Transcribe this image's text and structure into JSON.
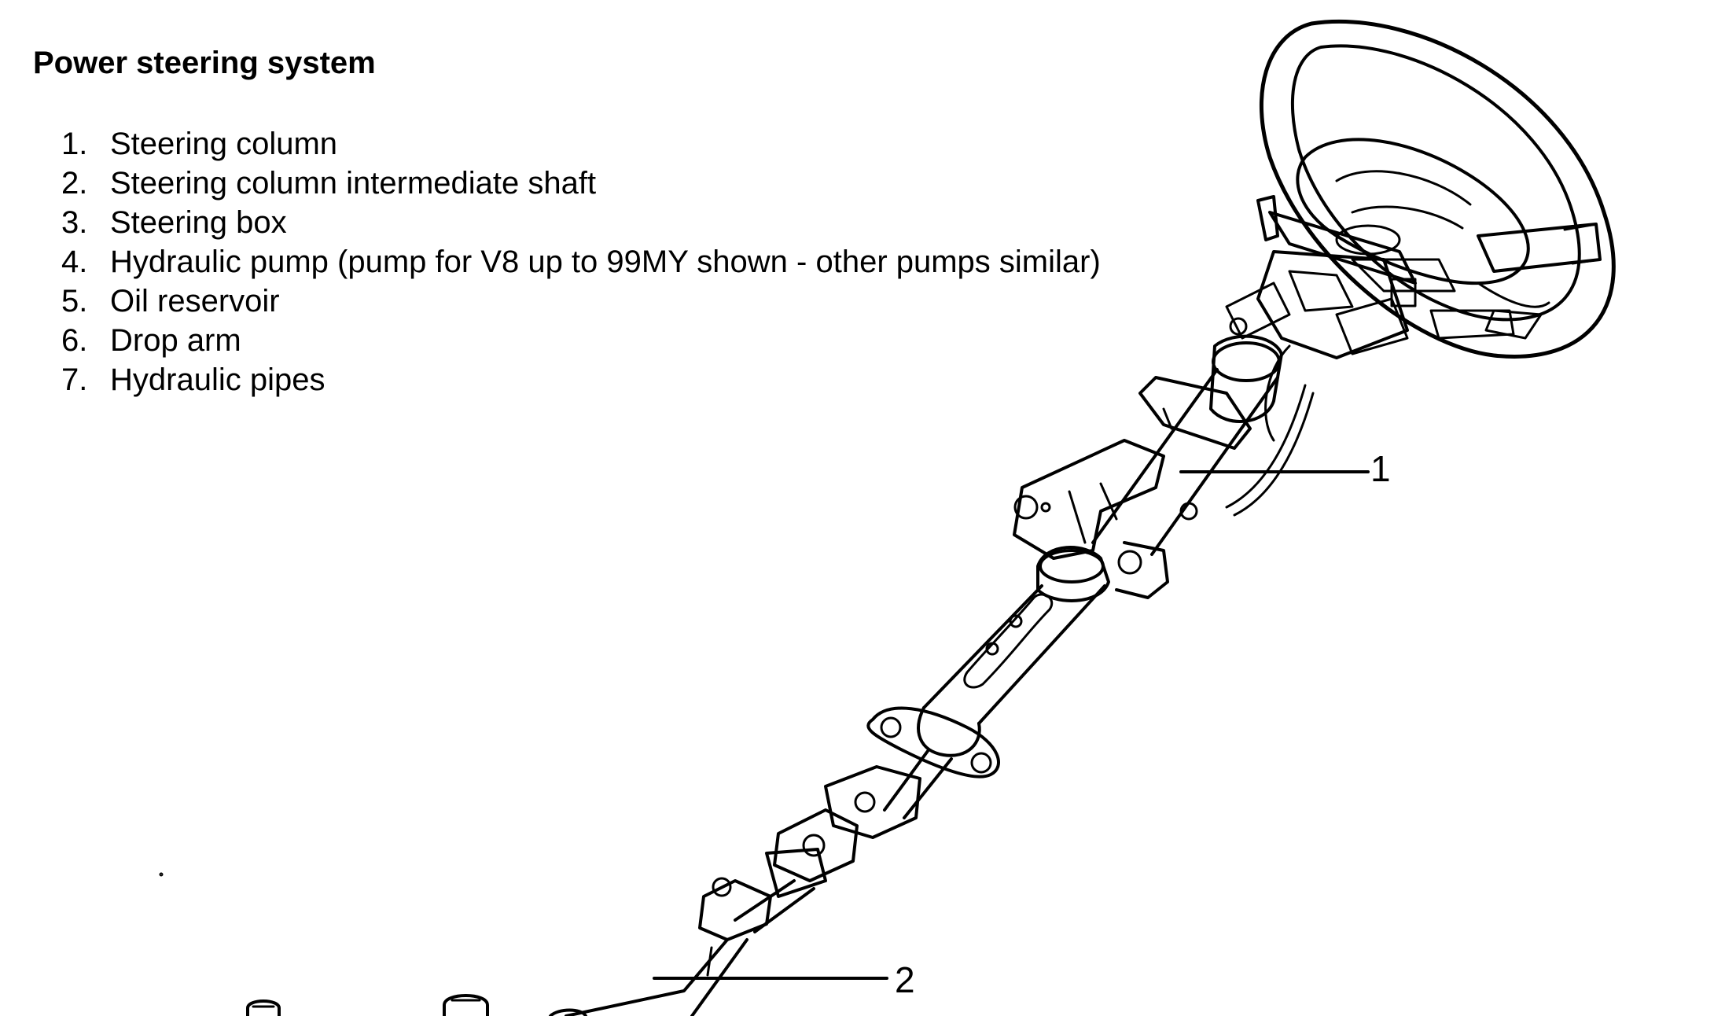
{
  "title": "Power steering system",
  "legend": [
    {
      "num": "1.",
      "label": "Steering column"
    },
    {
      "num": "2.",
      "label": "Steering column intermediate shaft"
    },
    {
      "num": "3.",
      "label": "Steering box"
    },
    {
      "num": "4.",
      "label": "Hydraulic pump (pump for V8 up to 99MY shown - other pumps similar)"
    },
    {
      "num": "5.",
      "label": "Oil reservoir"
    },
    {
      "num": "6.",
      "label": "Drop arm"
    },
    {
      "num": "7.",
      "label": "Hydraulic pipes"
    }
  ],
  "callouts": {
    "c1": "1",
    "c2": "2"
  }
}
